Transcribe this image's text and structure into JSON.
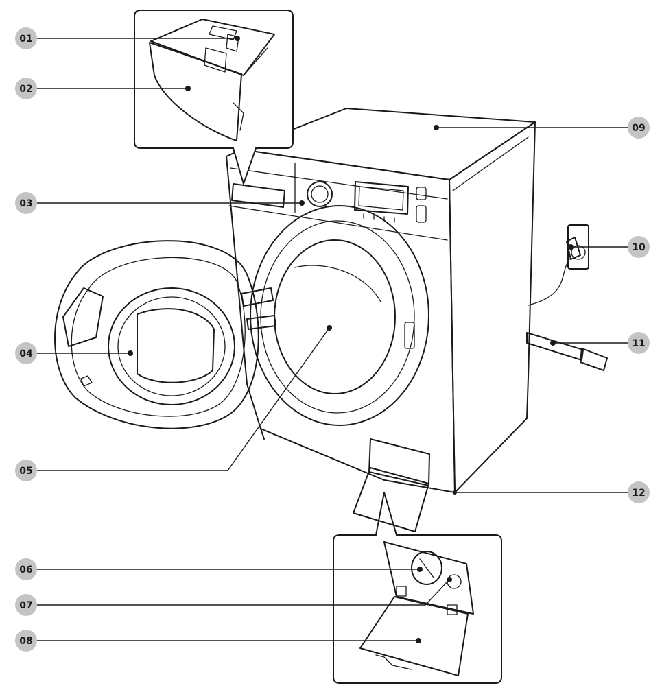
{
  "colors": {
    "line": "#1a1a1a",
    "badge_fill": "#c4c4c4",
    "badge_text": "#1a1a1a",
    "background": "#ffffff"
  },
  "callouts": [
    {
      "id": "01",
      "label": "01"
    },
    {
      "id": "02",
      "label": "02"
    },
    {
      "id": "03",
      "label": "03"
    },
    {
      "id": "04",
      "label": "04"
    },
    {
      "id": "05",
      "label": "05"
    },
    {
      "id": "06",
      "label": "06"
    },
    {
      "id": "07",
      "label": "07"
    },
    {
      "id": "08",
      "label": "08"
    },
    {
      "id": "09",
      "label": "09"
    },
    {
      "id": "10",
      "label": "10"
    },
    {
      "id": "11",
      "label": "11"
    },
    {
      "id": "12",
      "label": "12"
    }
  ]
}
